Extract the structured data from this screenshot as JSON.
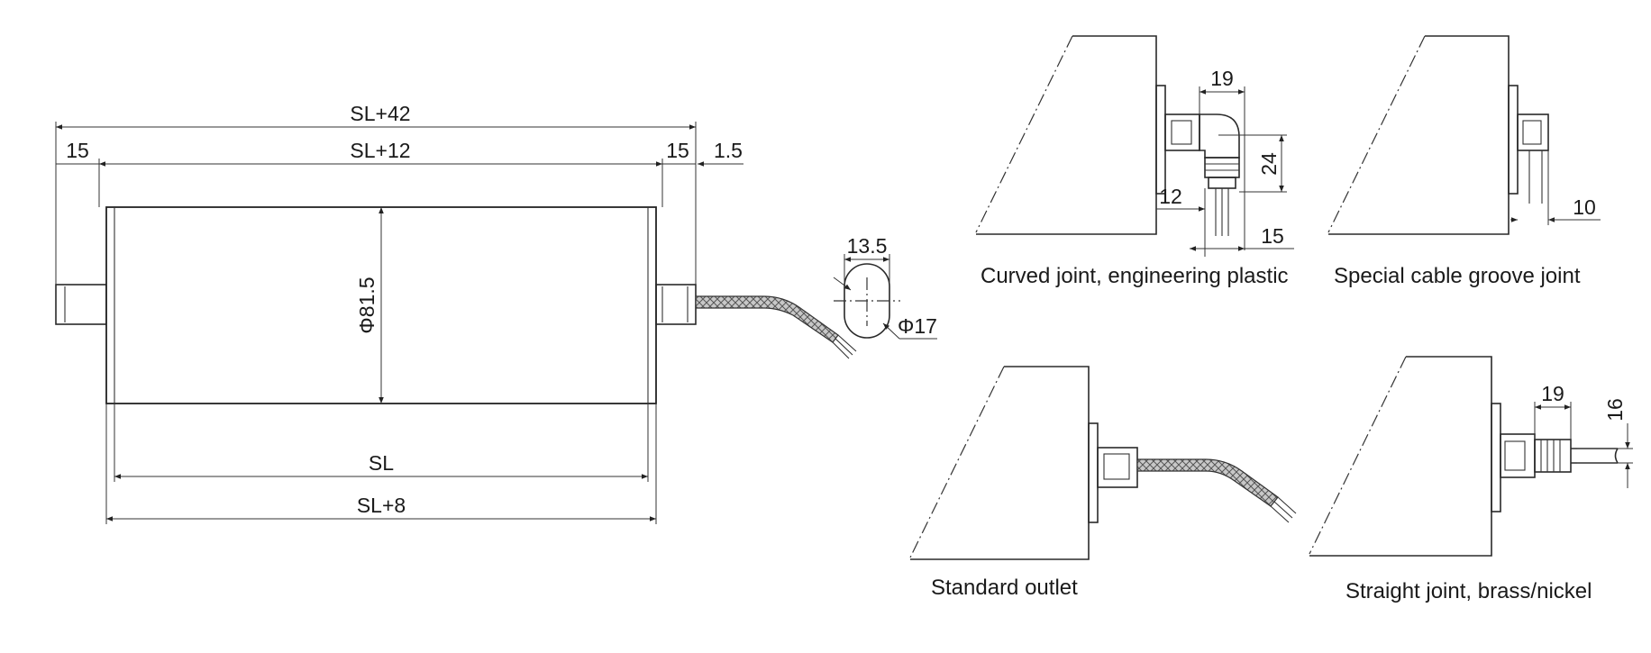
{
  "main_view": {
    "dim_overall": "SL+42",
    "dim_inner": "SL+12",
    "dim_left_cap": "15",
    "dim_right_cap": "15",
    "dim_gap": "1.5",
    "dim_diameter": "Φ81.5",
    "dim_sl": "SL",
    "dim_sl_plus": "SL+8"
  },
  "section": {
    "dim_width": "13.5",
    "dim_diameter": "Φ17"
  },
  "variants": {
    "curved": {
      "caption": "Curved joint, engineering plastic",
      "dim_a": "19",
      "dim_b": "24",
      "dim_c": "12",
      "dim_d": "15"
    },
    "groove": {
      "caption": "Special cable groove joint",
      "dim_a": "10"
    },
    "standard": {
      "caption": "Standard outlet"
    },
    "straight": {
      "caption": "Straight joint, brass/nickel",
      "dim_a": "19",
      "dim_b": "16"
    }
  },
  "colors": {
    "line": "#2a2a2a",
    "cable_fill": "#bdbdbd"
  }
}
